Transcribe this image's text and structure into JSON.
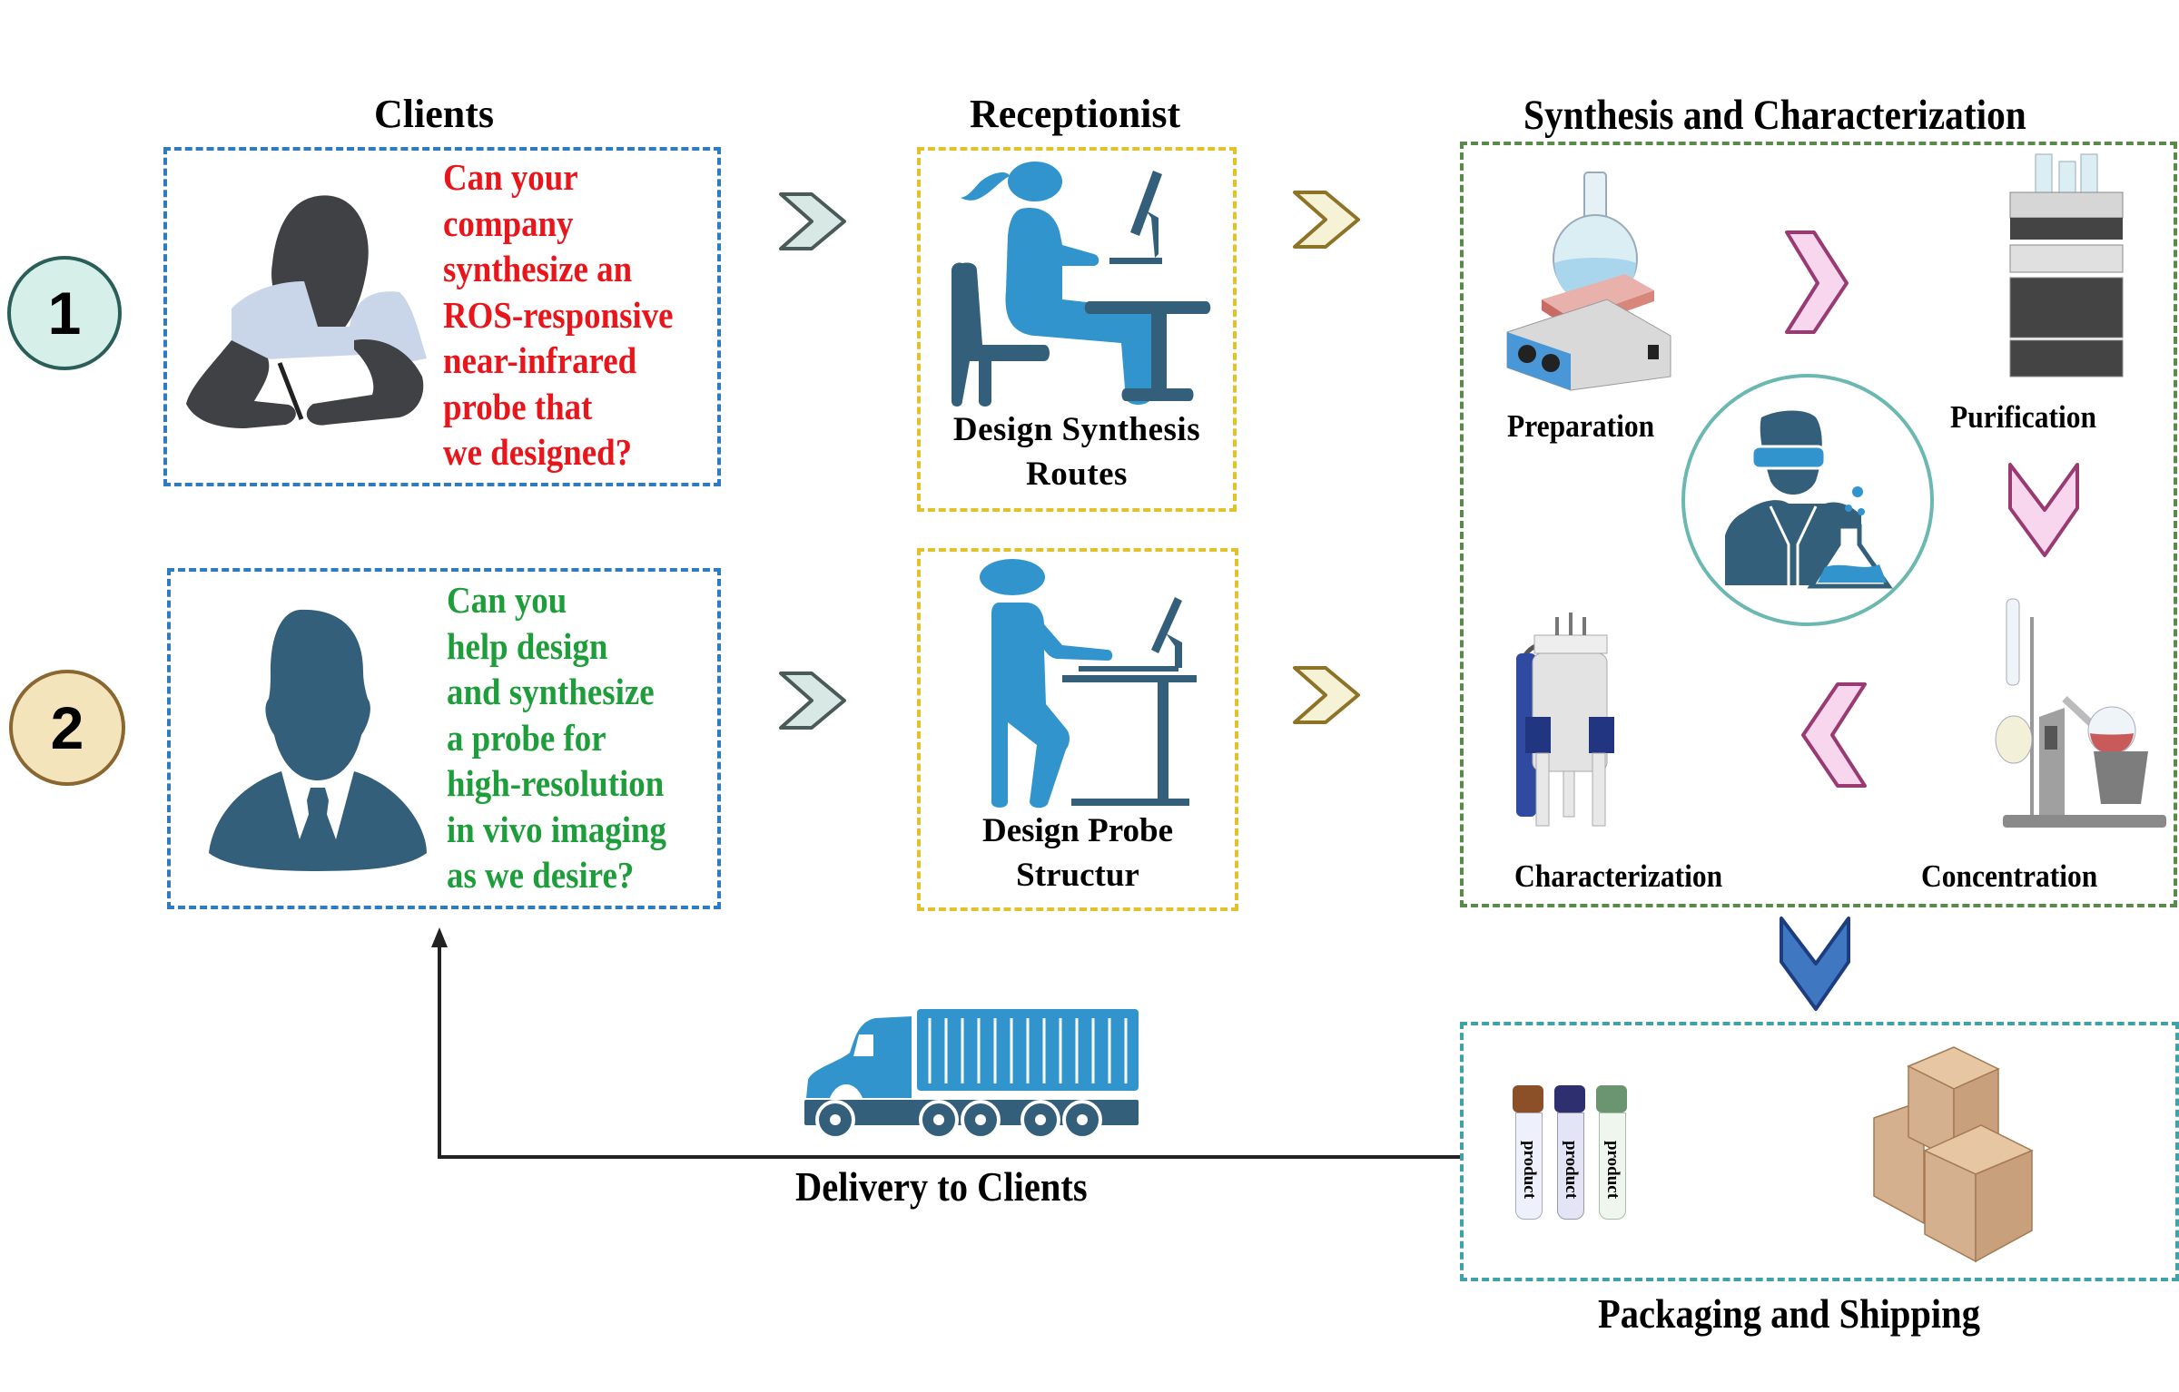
{
  "headings": {
    "clients": "Clients",
    "receptionist": "Receptionist",
    "synthesis": "Synthesis and Characterization"
  },
  "steps": [
    {
      "number": "1",
      "badge_fill": "#d6efe9",
      "badge_stroke": "#2a5e58"
    },
    {
      "number": "2",
      "badge_fill": "#f3e4bb",
      "badge_stroke": "#8a6630"
    }
  ],
  "client_questions": [
    {
      "color": "#e8151b",
      "lines": [
        "Can your",
        "company",
        "synthesize an",
        "ROS-responsive",
        "near-infrared",
        "probe that",
        "we designed?"
      ]
    },
    {
      "color": "#1e9e3a",
      "lines": [
        "Can you",
        "help design",
        "and synthesize",
        "a probe for",
        "high-resolution",
        "in vivo imaging",
        "as we desire?"
      ]
    }
  ],
  "receptionist_tasks": [
    {
      "lines": [
        "Design Synthesis",
        "Routes"
      ]
    },
    {
      "lines": [
        "Design Probe",
        "Structur"
      ]
    }
  ],
  "synthesis_steps": {
    "preparation": "Preparation",
    "purification": "Purification",
    "concentration": "Concentration",
    "characterization": "Characterization"
  },
  "packaging": {
    "title": "Packaging and Shipping",
    "vial_labels": [
      "product",
      "product",
      "product"
    ],
    "vial_cap_colors": [
      "#8b5028",
      "#2e2f6e",
      "#6a9570"
    ]
  },
  "delivery": {
    "label": "Delivery to Clients"
  },
  "colors": {
    "icon_dark": "#335f7a",
    "icon_blue": "#3194cc",
    "chevron_grey_fill": "#d8e8e4",
    "chevron_grey_stroke": "#4a5a58",
    "chevron_yellow_fill": "#f5f2d6",
    "chevron_yellow_stroke": "#8d7328",
    "chevron_pink_fill": "#f7d6ee",
    "chevron_pink_stroke": "#9a3a72",
    "chevron_blue_fill": "#3f78c0",
    "chevron_blue_stroke": "#1d3d80"
  }
}
